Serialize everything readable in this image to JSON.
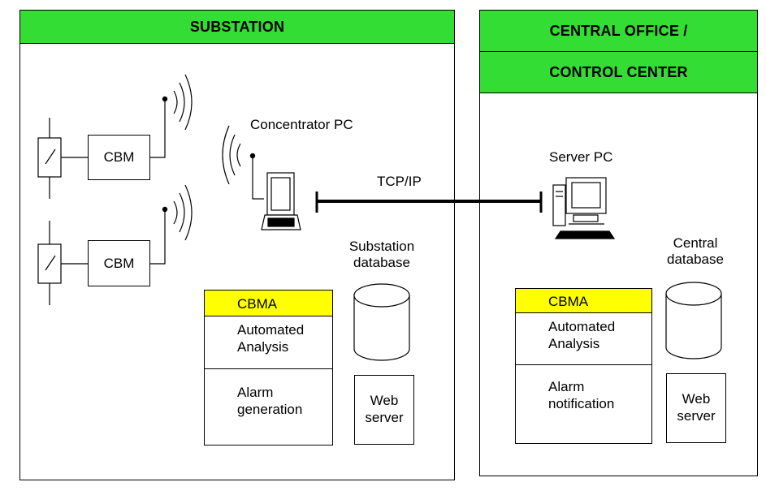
{
  "substation": {
    "title": "SUBSTATION",
    "cbm_labels": [
      "CBM",
      "CBM"
    ],
    "concentrator_label": "Concentrator PC",
    "database_label_1": "Substation",
    "database_label_2": "database",
    "cbma": {
      "title": "CBMA",
      "analysis_1": "Automated",
      "analysis_2": "Analysis",
      "alarm_1": "Alarm",
      "alarm_2": "generation"
    },
    "web_server_1": "Web",
    "web_server_2": "server"
  },
  "link": {
    "label": "TCP/IP"
  },
  "central": {
    "title_1": "CENTRAL OFFICE /",
    "title_2": "CONTROL CENTER",
    "server_label": "Server PC",
    "database_label_1": "Central",
    "database_label_2": "database",
    "cbma": {
      "title": "CBMA",
      "analysis_1": "Automated",
      "analysis_2": "Analysis",
      "alarm_1": "Alarm",
      "alarm_2": "notification"
    },
    "web_server_1": "Web",
    "web_server_2": "server"
  },
  "colors": {
    "header_green": "#33dd33",
    "cbma_yellow": "#ffff00"
  }
}
